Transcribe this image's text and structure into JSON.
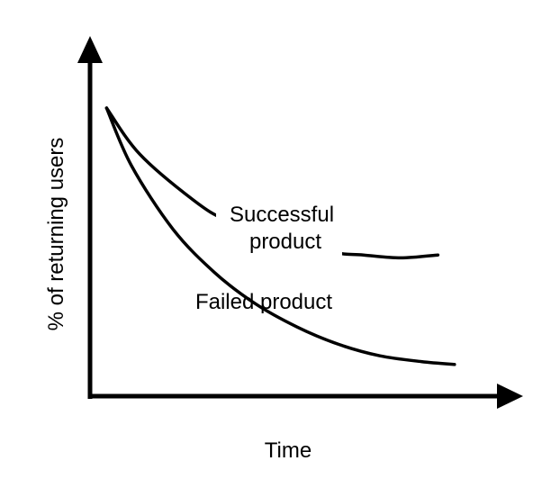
{
  "chart_data": {
    "type": "line",
    "title": "",
    "xlabel": "Time",
    "ylabel": "% of returning users",
    "grid": false,
    "legend": "none",
    "xlim": [
      0,
      1
    ],
    "ylim": [
      0,
      1
    ],
    "series": [
      {
        "name": "Successful product",
        "label_lines": [
          "Successful",
          "product"
        ],
        "color": "#000000",
        "x": [
          0.04,
          0.12,
          0.25,
          0.33,
          0.45,
          0.58,
          0.66,
          0.75,
          0.84
        ],
        "y": [
          1.0,
          0.84,
          0.68,
          0.61,
          0.55,
          0.5,
          0.49,
          0.48,
          0.49
        ]
      },
      {
        "name": "Failed product",
        "label_lines": [
          "Failed product"
        ],
        "color": "#000000",
        "x": [
          0.04,
          0.1,
          0.2,
          0.3,
          0.4,
          0.5,
          0.6,
          0.7,
          0.8,
          0.88
        ],
        "y": [
          1.0,
          0.8,
          0.58,
          0.43,
          0.32,
          0.24,
          0.18,
          0.14,
          0.12,
          0.11
        ]
      }
    ]
  }
}
